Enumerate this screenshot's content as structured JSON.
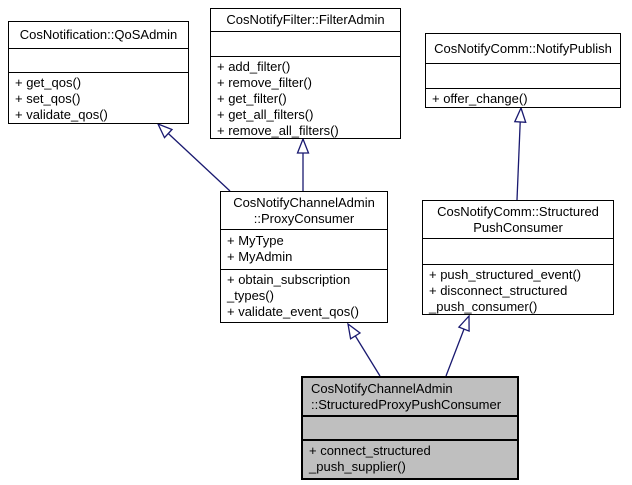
{
  "diagram": {
    "type": "uml-class-inheritance",
    "colors": {
      "background": "#ffffff",
      "box_fill": "#ffffff",
      "box_border": "#000000",
      "selected_fill": "#bfbfbf",
      "arrow": "#191970"
    },
    "classes": [
      {
        "name": "CosNotification::QoSAdmin",
        "title": "CosNotification::QoSAdmin",
        "attributes": "",
        "methods": "+ get_qos()\n+ set_qos()\n+ validate_qos()"
      },
      {
        "name": "CosNotifyFilter::FilterAdmin",
        "title": "CosNotifyFilter::FilterAdmin",
        "attributes": "",
        "methods": "+ add_filter()\n+ remove_filter()\n+ get_filter()\n+ get_all_filters()\n+ remove_all_filters()"
      },
      {
        "name": "CosNotifyComm::NotifyPublish",
        "title": "CosNotifyComm::NotifyPublish",
        "attributes": "",
        "methods": "+ offer_change()"
      },
      {
        "name": "CosNotifyChannelAdmin::ProxyConsumer",
        "title": "CosNotifyChannelAdmin\n::ProxyConsumer",
        "attributes": "+ MyType\n+ MyAdmin",
        "methods": "+ obtain_subscription\n_types()\n+ validate_event_qos()"
      },
      {
        "name": "CosNotifyComm::StructuredPushConsumer",
        "title": "CosNotifyComm::Structured\nPushConsumer",
        "attributes": "",
        "methods": "+ push_structured_event()\n+ disconnect_structured\n_push_consumer()"
      },
      {
        "name": "CosNotifyChannelAdmin::StructuredProxyPushConsumer",
        "title": "CosNotifyChannelAdmin\n::StructuredProxyPushConsumer",
        "attributes": "",
        "methods": "+ connect_structured\n_push_supplier()",
        "selected": true
      }
    ],
    "relations": [
      {
        "from": "CosNotifyChannelAdmin::ProxyConsumer",
        "to": "CosNotification::QoSAdmin",
        "type": "inheritance"
      },
      {
        "from": "CosNotifyChannelAdmin::ProxyConsumer",
        "to": "CosNotifyFilter::FilterAdmin",
        "type": "inheritance"
      },
      {
        "from": "CosNotifyComm::StructuredPushConsumer",
        "to": "CosNotifyComm::NotifyPublish",
        "type": "inheritance"
      },
      {
        "from": "CosNotifyChannelAdmin::StructuredProxyPushConsumer",
        "to": "CosNotifyChannelAdmin::ProxyConsumer",
        "type": "inheritance"
      },
      {
        "from": "CosNotifyChannelAdmin::StructuredProxyPushConsumer",
        "to": "CosNotifyComm::StructuredPushConsumer",
        "type": "inheritance"
      }
    ]
  }
}
